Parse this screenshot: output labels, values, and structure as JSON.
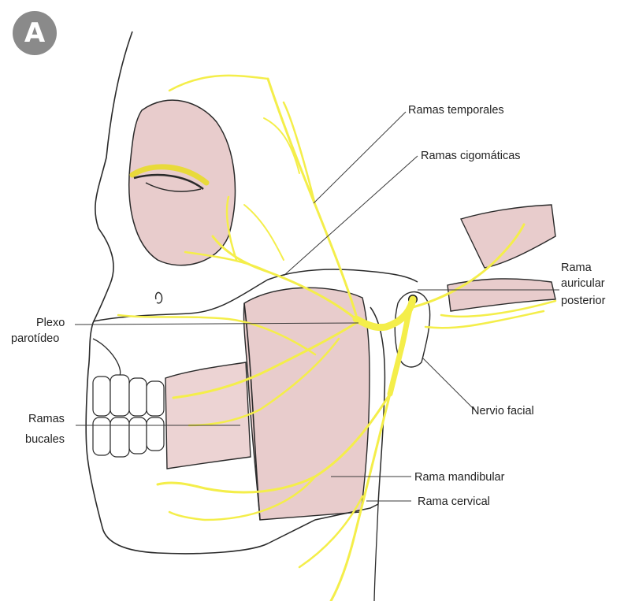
{
  "figure": {
    "panel_letter": "A",
    "labels": {
      "temporal": "Ramas temporales",
      "zygomatic": "Ramas cigomáticas",
      "posterior_auricular": [
        "Rama",
        "auricular",
        "posterior"
      ],
      "parotid_plexus": [
        "Plexo",
        "parotídeo"
      ],
      "buccal": [
        "Ramas",
        "bucales"
      ],
      "facial_nerve": "Nervio facial",
      "mandibular": "Rama mandibular",
      "cervical": "Rama cervical"
    }
  },
  "colors": {
    "nerve": "#f4ee4a",
    "nerve_stroke": "#d9cf1f",
    "muscle": "#e8cccc",
    "muscle_dark": "#dcbcbc",
    "outline": "#2a2a2a",
    "badge": "#8a8a8a",
    "leader": "#3a3a3a"
  },
  "icons": {
    "panel_badge": "circle-letter-badge"
  }
}
